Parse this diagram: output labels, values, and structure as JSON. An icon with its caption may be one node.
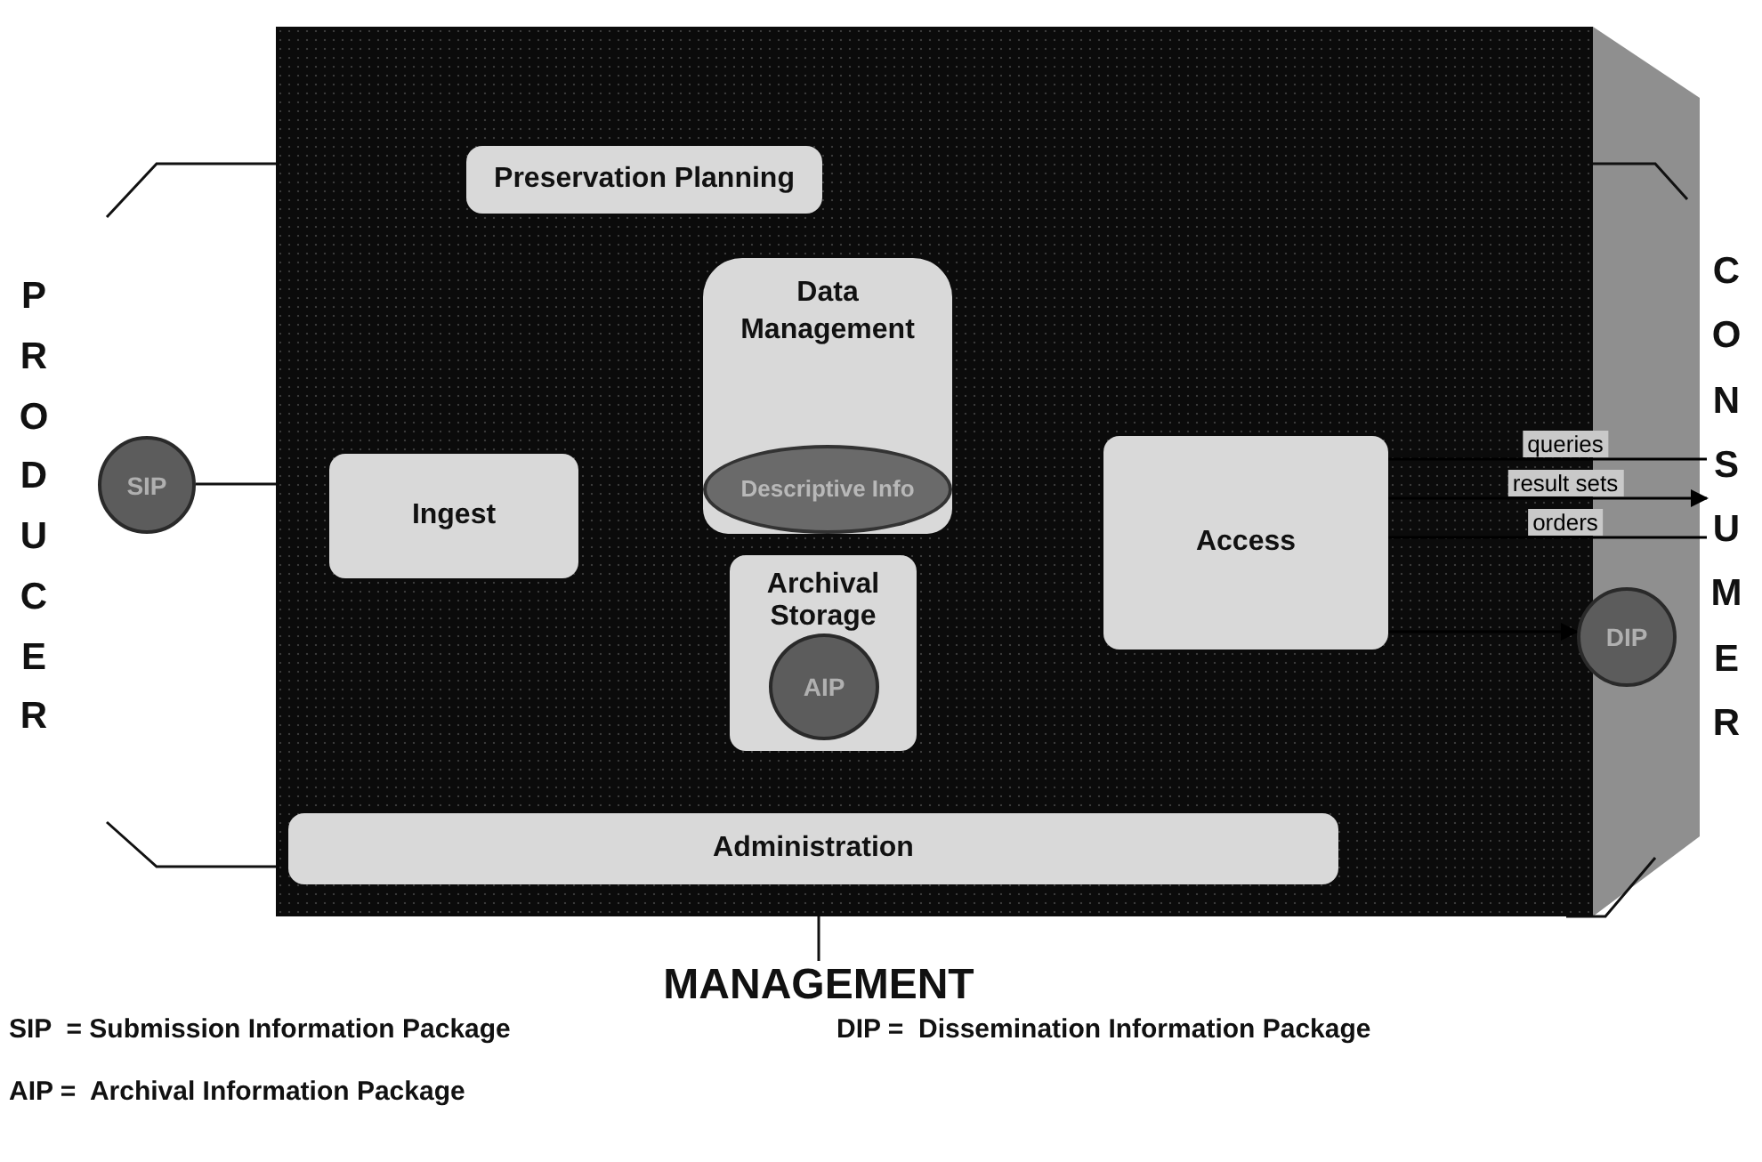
{
  "diagram": {
    "nodes": [
      {
        "text": [],
        "shape": "box"
      },
      {
        "text": [
          "Preservation Planning"
        ],
        "in": 0
      },
      {
        "text": [
          "Data Management"
        ],
        "in": 0
      },
      {
        "text": [
          "Descriptive Info"
        ],
        "in": 2
      },
      {
        "text": [
          "Ingest"
        ],
        "in": 0
      },
      {
        "text": [
          "Archival Storage"
        ],
        "in": 0
      },
      {
        "text": [
          "AIP"
        ],
        "in": 5
      },
      {
        "text": [
          "Access"
        ],
        "in": 0
      },
      {
        "text": [
          "Administration"
        ],
        "in": 0
      },
      {
        "text": [
          "SIP"
        ]
      },
      {
        "text": [
          "DIP"
        ]
      },
      {
        "text": [
          "PRODUCER"
        ]
      },
      {
        "text": [
          "CONSUMER"
        ]
      },
      {
        "text": [
          "MANAGEMENT"
        ]
      }
    ],
    "edges": [
      {
        "from": 9,
        "to": 0,
        "arrow": "none"
      },
      {
        "from": 12,
        "to": 7,
        "arrow": "none",
        "label": "queries"
      },
      {
        "from": 7,
        "to": 12,
        "arrow": "to",
        "label": "result sets"
      },
      {
        "from": 12,
        "to": 7,
        "arrow": "none",
        "label": "orders"
      },
      {
        "from": 7,
        "to": 10,
        "arrow": "to"
      },
      {
        "from": 0,
        "to": 13,
        "arrow": "none"
      }
    ],
    "labels": [
      "SIP  = Submission Information Package",
      "DIP =  Dissemination Information Package",
      "AIP =  Archival Information Package"
    ]
  }
}
